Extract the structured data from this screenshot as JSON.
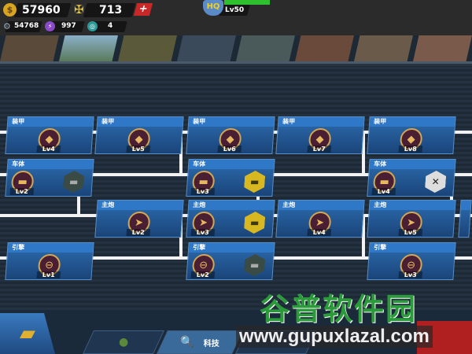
{
  "resources": {
    "gold": "57960",
    "medals": "713",
    "level": "Lv50",
    "gears": "54768",
    "crystals": "997",
    "cores": "4",
    "hq": "HQ"
  },
  "unit_tabs": [
    "infantry",
    "tank",
    "artillery",
    "navy",
    "aircraft",
    "soldier2",
    "artillery2",
    "rocket"
  ],
  "tree": [
    {
      "col": 0,
      "row": 0,
      "title": "装甲",
      "level": "Lv4",
      "icon": "armor-plate-icon"
    },
    {
      "col": 0,
      "row": 1,
      "title": "车体",
      "level": "Lv2",
      "icon": "tank-body-icon",
      "badge": "gray"
    },
    {
      "col": 0,
      "row": 3,
      "title": "引擎",
      "level": "Lv1",
      "icon": "engine-track-icon"
    },
    {
      "col": 1,
      "row": 0,
      "title": "装甲",
      "level": "Lv5",
      "icon": "armor-plate-icon"
    },
    {
      "col": 1,
      "row": 2,
      "title": "主炮",
      "level": "Lv2",
      "icon": "main-gun-icon"
    },
    {
      "col": 2,
      "row": 0,
      "title": "装甲",
      "level": "Lv6",
      "icon": "armor-plate-icon"
    },
    {
      "col": 2,
      "row": 1,
      "title": "车体",
      "level": "Lv3",
      "icon": "tank-body-icon",
      "badge": "gold"
    },
    {
      "col": 2,
      "row": 2,
      "title": "主炮",
      "level": "Lv3",
      "icon": "main-gun-icon",
      "badge": "gold"
    },
    {
      "col": 2,
      "row": 3,
      "title": "引擎",
      "level": "Lv2",
      "icon": "engine-track-icon",
      "badge": "gray"
    },
    {
      "col": 3,
      "row": 0,
      "title": "装甲",
      "level": "Lv7",
      "icon": "armor-plate-icon"
    },
    {
      "col": 3,
      "row": 2,
      "title": "主炮",
      "level": "Lv4",
      "icon": "main-gun-icon"
    },
    {
      "col": 4,
      "row": 0,
      "title": "装甲",
      "level": "Lv8",
      "icon": "armor-plate-icon"
    },
    {
      "col": 4,
      "row": 1,
      "title": "车体",
      "level": "Lv4",
      "icon": "tank-body-icon",
      "badge": "tools"
    },
    {
      "col": 4,
      "row": 2,
      "title": "主炮",
      "level": "Lv5",
      "icon": "main-gun-icon"
    },
    {
      "col": 4,
      "row": 3,
      "title": "引擎",
      "level": "Lv3",
      "icon": "engine-track-icon"
    }
  ],
  "bottom": {
    "tech_label": "科技"
  },
  "watermark": {
    "line1": "谷普软件园",
    "line2": "www.gupuxlazal.com"
  }
}
